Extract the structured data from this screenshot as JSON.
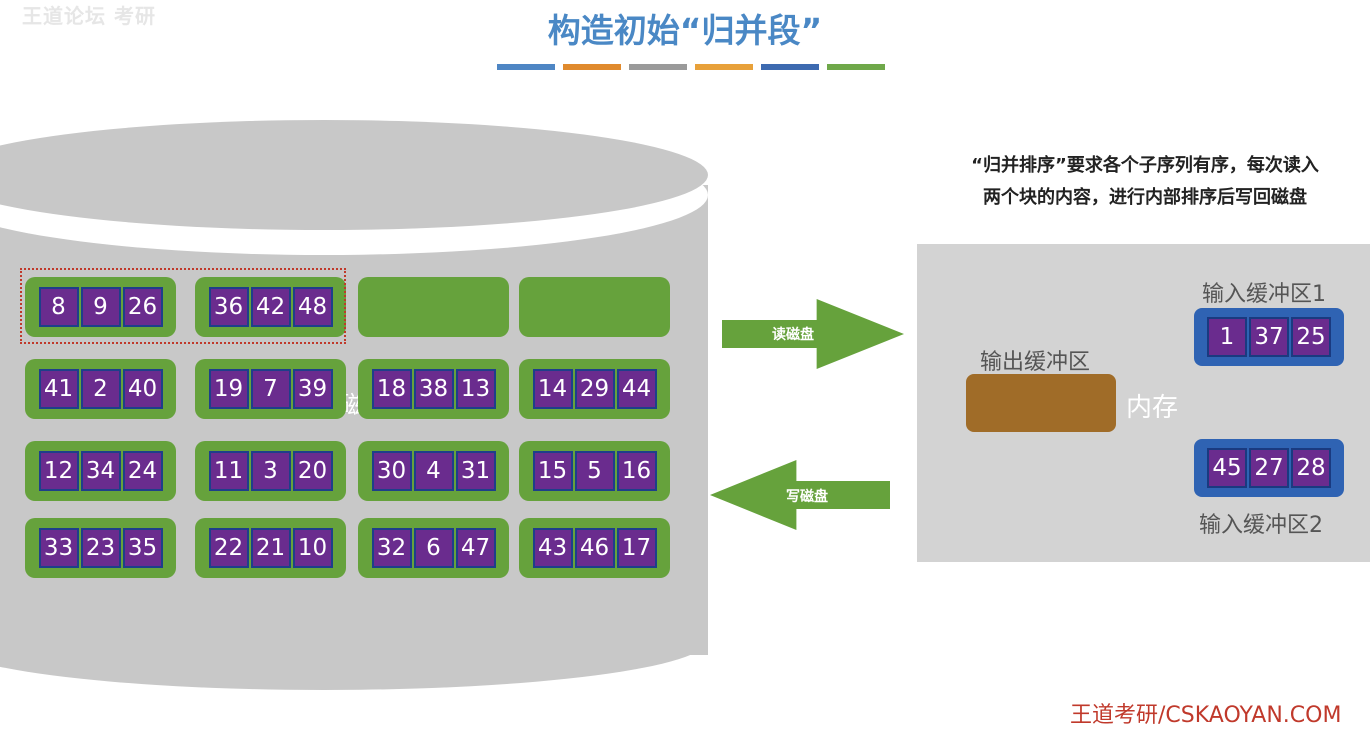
{
  "watermark": "王道论坛 考研",
  "title": "构造初始“归并段”",
  "title_bar_colors": [
    "#4e86c4",
    "#e08a2d",
    "#9a9a9a",
    "#e8a13a",
    "#3d6ab0",
    "#6fa84a"
  ],
  "disk": {
    "hidden_char": "磁",
    "selected_blocks": [
      0,
      1
    ],
    "blocks": [
      {
        "values": [
          8,
          9,
          26
        ]
      },
      {
        "values": [
          36,
          42,
          48
        ]
      },
      {
        "values": []
      },
      {
        "values": []
      },
      {
        "values": [
          41,
          2,
          40
        ]
      },
      {
        "values": [
          19,
          7,
          39
        ]
      },
      {
        "values": [
          18,
          38,
          13
        ]
      },
      {
        "values": [
          14,
          29,
          44
        ]
      },
      {
        "values": [
          12,
          34,
          24
        ]
      },
      {
        "values": [
          11,
          3,
          20
        ]
      },
      {
        "values": [
          30,
          4,
          31
        ]
      },
      {
        "values": [
          15,
          5,
          16
        ]
      },
      {
        "values": [
          33,
          23,
          35
        ]
      },
      {
        "values": [
          22,
          21,
          10
        ]
      },
      {
        "values": [
          32,
          6,
          47
        ]
      },
      {
        "values": [
          43,
          46,
          17
        ]
      }
    ]
  },
  "arrows": {
    "read_label": "读磁盘",
    "write_label": "写磁盘"
  },
  "note": {
    "line1": "“归并排序”要求各个子序列有序，每次读入",
    "line2": "两个块的内容，进行内部排序后写回磁盘"
  },
  "memory": {
    "label": "内存",
    "output_buffer_label": "输出缓冲区",
    "input_buffer1_label": "输入缓冲区1",
    "input_buffer1_values": [
      1,
      37,
      25
    ],
    "input_buffer2_label": "输入缓冲区2",
    "input_buffer2_values": [
      45,
      27,
      28
    ]
  },
  "footer": "王道考研/CSKAOYAN.COM",
  "colors": {
    "block_green": "#66a23c",
    "cell_purple": "#6a2c8e",
    "output_buffer_brown": "#a06c28",
    "input_buffer_blue": "#2f63b3",
    "title_blue": "#4a88c5"
  }
}
